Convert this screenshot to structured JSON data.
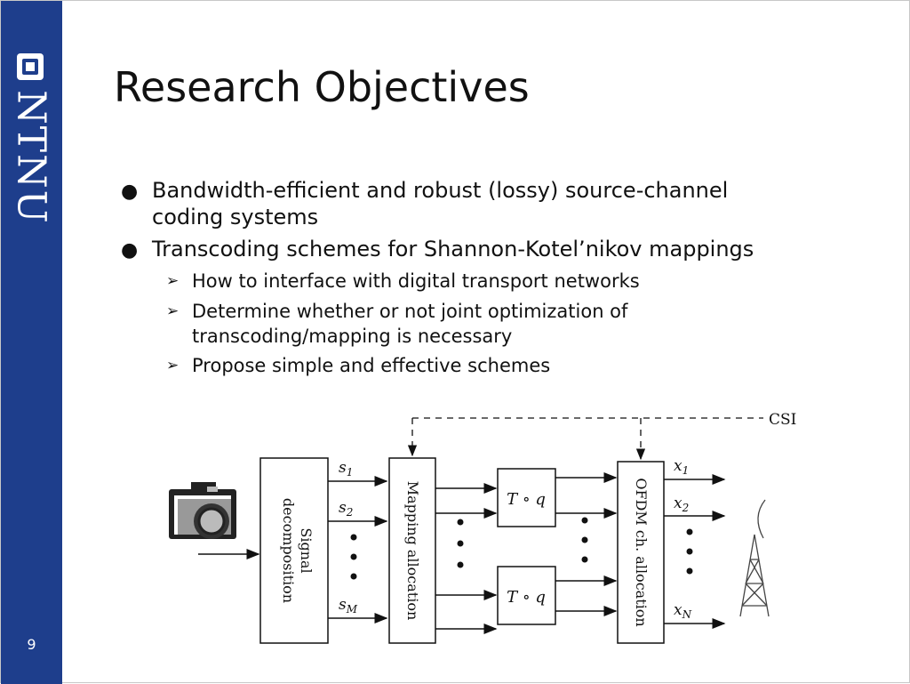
{
  "sidebar": {
    "logo_text": "NTNU",
    "page_number": "9",
    "background_color": "#1e3e8c"
  },
  "title": "Research Objectives",
  "bullets": [
    {
      "text_line1": "Bandwidth-efficient and robust (lossy) source-channel",
      "text_line2": "coding systems"
    },
    {
      "text": "Transcoding schemes for Shannon-Kotel’nikov mappings",
      "subitems": [
        {
          "text": "How to interface with digital transport networks"
        },
        {
          "text_line1": "Determine whether or not joint optimization of",
          "text_line2": "transcoding/mapping is necessary"
        },
        {
          "text": "Propose simple and effective schemes"
        }
      ]
    }
  ],
  "bullet_glyph": "●",
  "subbullet_glyph": "➢",
  "diagram": {
    "csi_label": "CSI",
    "signal_decomposition_line1": "Signal",
    "signal_decomposition_line2": "decomposition",
    "mapping_allocation_label": "Mapping allocation",
    "transcoder_label": "T ∘ q",
    "ofdm_label": "OFDM ch. allocation",
    "s_labels": [
      {
        "base": "s",
        "sub": "1"
      },
      {
        "base": "s",
        "sub": "2"
      },
      {
        "base": "s",
        "sub": "M"
      }
    ],
    "x_labels": [
      {
        "base": "x",
        "sub": "1"
      },
      {
        "base": "x",
        "sub": "2"
      },
      {
        "base": "x",
        "sub": "N"
      }
    ],
    "icons": [
      "camera-icon",
      "antenna-tower-icon"
    ]
  }
}
